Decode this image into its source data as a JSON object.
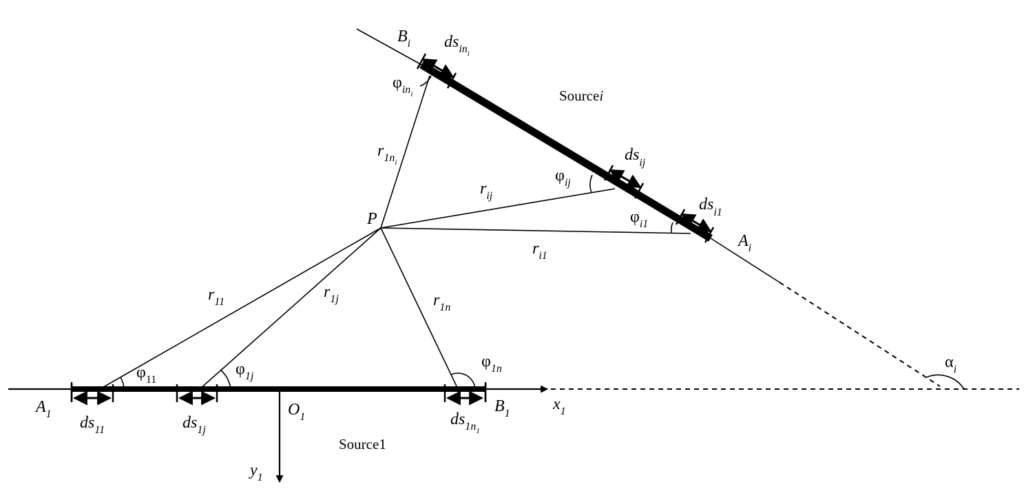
{
  "labels": {
    "Bi": {
      "main": "B",
      "sub": "i"
    },
    "dsin": {
      "main": "ds",
      "sub": "in",
      "subsub": "i"
    },
    "phiin": {
      "main": "φ",
      "sub": "in",
      "subsub": "i"
    },
    "sourcei": {
      "main": "Source",
      "suffix": "i"
    },
    "r1n_i": {
      "main": "r",
      "sub": "1n",
      "subsub": "i"
    },
    "dsij": {
      "main": "ds",
      "sub": "ij"
    },
    "phiij": {
      "main": "φ",
      "sub": "ij"
    },
    "rij": {
      "main": "r",
      "sub": "ij"
    },
    "dsi1": {
      "main": "ds",
      "sub": "i1"
    },
    "P": {
      "main": "P"
    },
    "phii1": {
      "main": "φ",
      "sub": "i1"
    },
    "Ai": {
      "main": "A",
      "sub": "i"
    },
    "ri1": {
      "main": "r",
      "sub": "i1"
    },
    "r11": {
      "main": "r",
      "sub": "11"
    },
    "r1j": {
      "main": "r",
      "sub": "1j"
    },
    "r1n": {
      "main": "r",
      "sub": "1n"
    },
    "phi1n": {
      "main": "φ",
      "sub": "1n"
    },
    "alphai": {
      "main": "α",
      "sub": "i"
    },
    "phi11": {
      "main": "φ",
      "sub": "11"
    },
    "phi1j": {
      "main": "φ",
      "sub": "1j"
    },
    "A1": {
      "main": "A",
      "sub": "1"
    },
    "ds11": {
      "main": "ds",
      "sub": "11"
    },
    "ds1j": {
      "main": "ds",
      "sub": "1j"
    },
    "O1": {
      "main": "O",
      "sub": "1"
    },
    "ds1n": {
      "main": "ds",
      "sub": "1n",
      "subsub": "1"
    },
    "B1": {
      "main": "B",
      "sub": "1"
    },
    "x1": {
      "main": "x",
      "sub": "1"
    },
    "source1": {
      "main": "Source1"
    },
    "y1": {
      "main": "y",
      "sub": "1"
    }
  }
}
